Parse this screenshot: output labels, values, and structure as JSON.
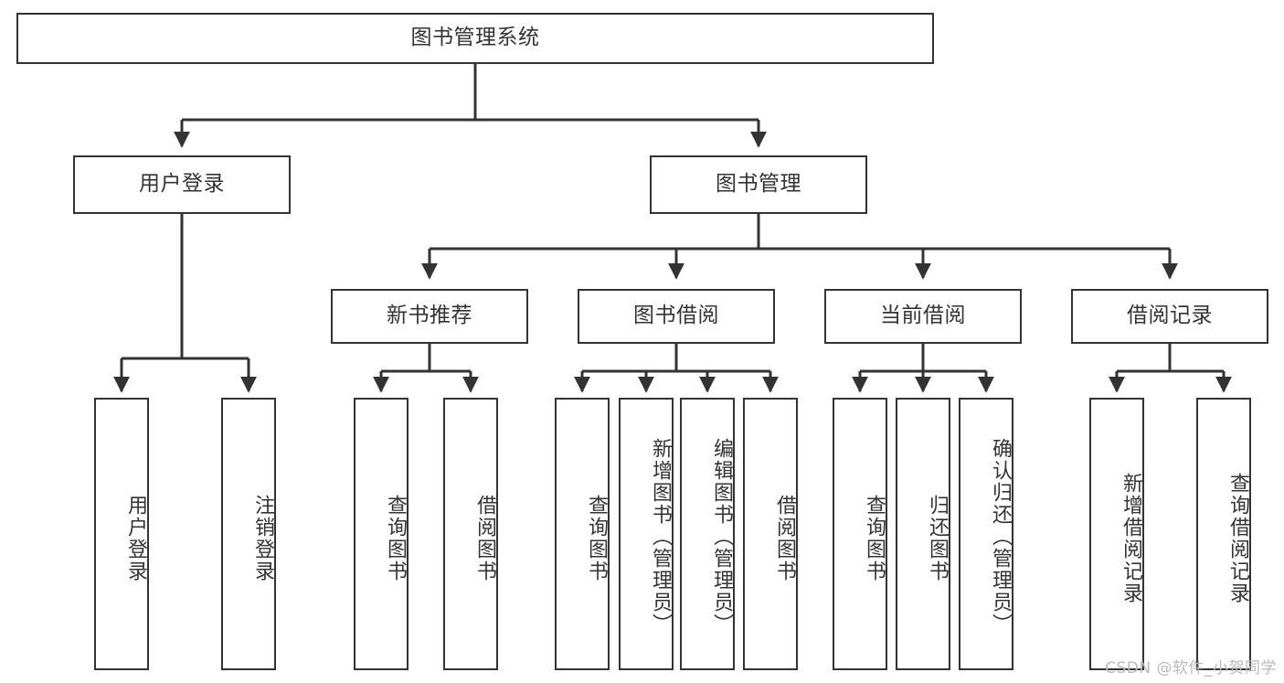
{
  "diagram": {
    "title": "图书管理系统",
    "type": "hierarchy-tree",
    "watermark": "CSDN @软件_小贺同学",
    "colors": {
      "stroke": "#333333",
      "fill": "#ffffff",
      "text": "#333333",
      "watermark": "#b9b9b9"
    },
    "levels": {
      "root": {
        "label": "图书管理系统"
      },
      "level2": [
        {
          "label": "用户登录"
        },
        {
          "label": "图书管理"
        }
      ],
      "level3": [
        {
          "label": "新书推荐"
        },
        {
          "label": "图书借阅"
        },
        {
          "label": "当前借阅"
        },
        {
          "label": "借阅记录"
        }
      ],
      "leaves": {
        "user_login": [
          {
            "label": "用户登录"
          },
          {
            "label": "注销登录"
          }
        ],
        "new_book_recommend": [
          {
            "label": "查询图书"
          },
          {
            "label": "借阅图书"
          }
        ],
        "book_borrow": [
          {
            "label": "查询图书"
          },
          {
            "label": "新增图书（管理员）"
          },
          {
            "label": "编辑图书（管理员）"
          },
          {
            "label": "借阅图书"
          }
        ],
        "current_borrow": [
          {
            "label": "查询图书"
          },
          {
            "label": "归还图书"
          },
          {
            "label": "确认归还（管理员）"
          }
        ],
        "borrow_record": [
          {
            "label": "新增借阅记录"
          },
          {
            "label": "查询借阅记录"
          }
        ]
      }
    }
  }
}
